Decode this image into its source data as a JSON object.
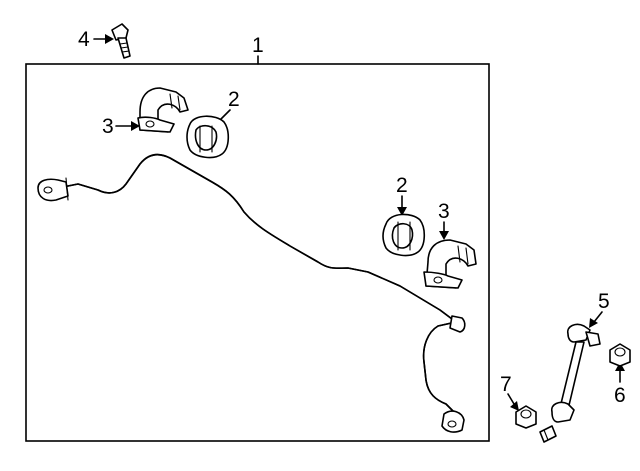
{
  "callouts": {
    "c1": "1",
    "c2a": "2",
    "c2b": "2",
    "c3a": "3",
    "c3b": "3",
    "c4": "4",
    "c5": "5",
    "c6": "6",
    "c7": "7"
  },
  "parts": [
    {
      "number": "1",
      "depicts": "stabilizer bar"
    },
    {
      "number": "2",
      "depicts": "bushing"
    },
    {
      "number": "3",
      "depicts": "bracket"
    },
    {
      "number": "4",
      "depicts": "bolt"
    },
    {
      "number": "5",
      "depicts": "stabilizer link"
    },
    {
      "number": "6",
      "depicts": "nut"
    },
    {
      "number": "7",
      "depicts": "nut"
    }
  ],
  "colors": {
    "ink": "#000000",
    "background": "#ffffff"
  }
}
